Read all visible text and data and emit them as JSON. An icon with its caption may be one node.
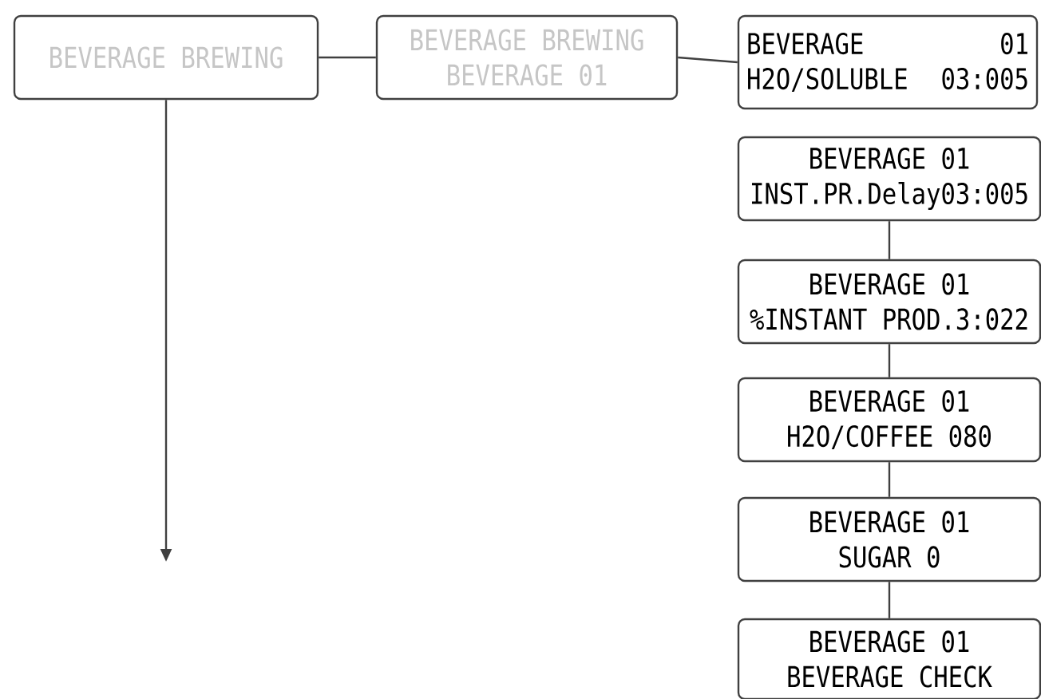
{
  "diagram": {
    "nodes": [
      {
        "text": [
          "BEVERAGE BREWING"
        ]
      },
      {
        "text": [
          "BEVERAGE BREWING",
          "BEVERAGE 01"
        ]
      },
      {
        "text": [
          "BEVERAGE",
          "01",
          "H2O/SOLUBLE",
          "03:005"
        ]
      },
      {
        "text": [
          "BEVERAGE 01",
          "INST.PR.Delay03:005"
        ]
      },
      {
        "text": [
          "BEVERAGE 01",
          "%INSTANT PROD.3:022"
        ]
      },
      {
        "text": [
          "BEVERAGE 01",
          "H2O/COFFEE 080"
        ]
      },
      {
        "text": [
          "BEVERAGE 01",
          "SUGAR 0"
        ]
      },
      {
        "text": [
          "BEVERAGE 01",
          "BEVERAGE CHECK"
        ]
      }
    ],
    "edges": [
      {
        "from": 0,
        "to": 1,
        "arrow": "none"
      },
      {
        "from": 1,
        "to": 2,
        "arrow": "none"
      },
      {
        "from": 3,
        "to": 4,
        "arrow": "none"
      },
      {
        "from": 4,
        "to": 5,
        "arrow": "none"
      },
      {
        "from": 5,
        "to": 6,
        "arrow": "none"
      },
      {
        "from": 6,
        "to": 7,
        "arrow": "none"
      },
      {
        "from": 0,
        "to": null,
        "arrow": "to"
      }
    ]
  }
}
